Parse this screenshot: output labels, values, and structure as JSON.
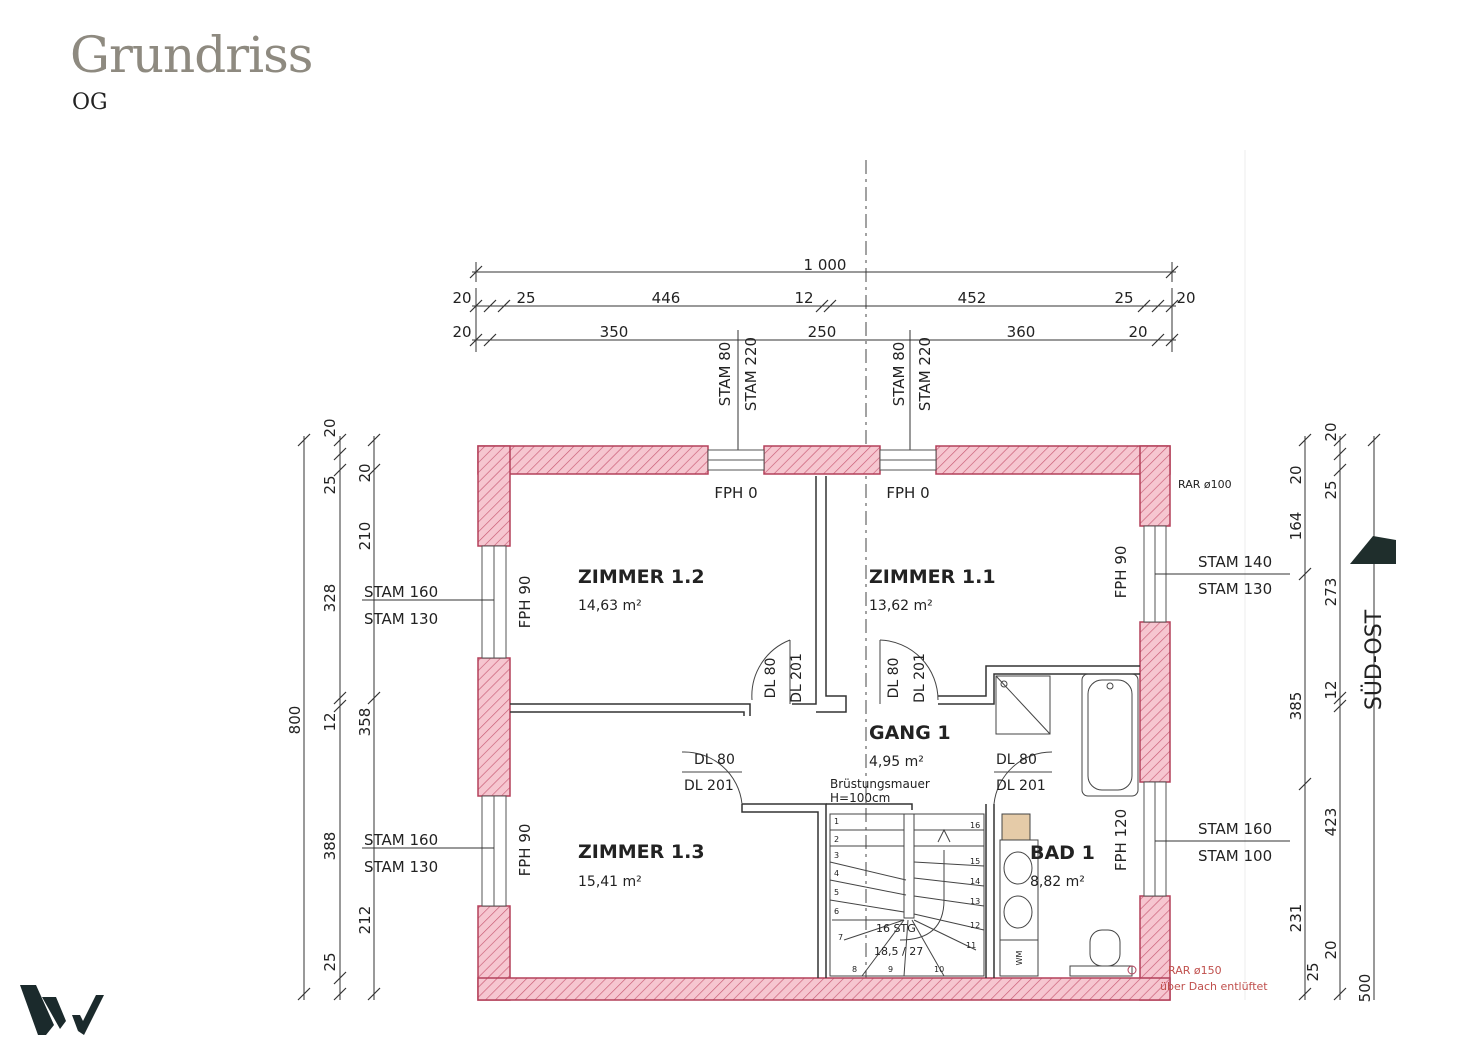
{
  "header": {
    "title": "Grundriss",
    "subtitle": "OG"
  },
  "dimensions": {
    "top": {
      "total": "1 000",
      "row2": [
        "20",
        "25",
        "446",
        "12",
        "452",
        "25",
        "20"
      ],
      "row3": [
        "20",
        "350",
        "250",
        "360",
        "20"
      ]
    },
    "left": {
      "total": "800",
      "outer": [
        "20",
        "25",
        "328",
        "12",
        "388",
        "25"
      ],
      "inner": [
        "20",
        "210",
        "358",
        "212"
      ]
    },
    "right": {
      "outer": [
        "20",
        "164",
        "385",
        "231",
        "25"
      ],
      "inner": [
        "20",
        "25",
        "273",
        "12",
        "423",
        "20"
      ],
      "partial": "500"
    }
  },
  "rooms": [
    {
      "name": "ZIMMER 1.2",
      "area": "14,63 m²"
    },
    {
      "name": "ZIMMER 1.1",
      "area": "13,62 m²"
    },
    {
      "name": "ZIMMER 1.3",
      "area": "15,41 m²"
    },
    {
      "name": "GANG 1",
      "area": "4,95 m²"
    },
    {
      "name": "BAD 1",
      "area": "8,82 m²"
    }
  ],
  "windows": {
    "top_left": {
      "stam": [
        "STAM 80",
        "STAM 220"
      ],
      "fph": "FPH 0"
    },
    "top_right": {
      "stam": [
        "STAM 80",
        "STAM 220"
      ],
      "fph": "FPH 0"
    },
    "left_upper": {
      "stam": [
        "STAM 160",
        "STAM 130"
      ],
      "fph": "FPH 90"
    },
    "left_lower": {
      "stam": [
        "STAM 160",
        "STAM 130"
      ],
      "fph": "FPH 90"
    },
    "right_upper": {
      "stam": [
        "STAM 140",
        "STAM 130"
      ],
      "fph": "FPH 90"
    },
    "right_lower": {
      "stam": [
        "STAM 160",
        "STAM 100"
      ],
      "fph": "FPH 120"
    }
  },
  "doors": [
    {
      "dl1": "DL 80",
      "dl2": "DL 201"
    },
    {
      "dl1": "DL 80",
      "dl2": "DL 201"
    },
    {
      "dl1": "DL 80",
      "dl2": "DL 201"
    },
    {
      "dl1": "DL 80",
      "dl2": "DL 201"
    }
  ],
  "annotations": {
    "rar100": "RAR ø100",
    "rar150": "RAR ø150",
    "vent": "über Dach entlüftet",
    "brustung1": "Brüstungsmauer",
    "brustung2": "H=100cm",
    "stairs1": "16 STG",
    "stairs2": "18,5 / 27",
    "wm": "WM",
    "orientation": "SÜD-OST"
  },
  "stair_numbers": [
    "1",
    "2",
    "3",
    "4",
    "5",
    "6",
    "7",
    "8",
    "9",
    "10",
    "11",
    "12",
    "13",
    "14",
    "15",
    "16"
  ],
  "colors": {
    "wall_fill": "#f3b9c5",
    "wall_stroke": "#b4405a",
    "title": "#8e8a80"
  }
}
